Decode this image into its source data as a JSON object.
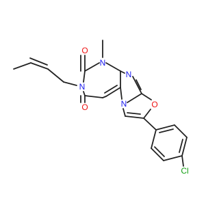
{
  "atom_colors": {
    "N": "#1a1aee",
    "O": "#ee1111",
    "Cl": "#16a016"
  },
  "atoms": {
    "n1": "N",
    "n3": "N",
    "n9": "N",
    "n7": "N",
    "o_ring": "O",
    "o_c2": "O",
    "o_c6": "O",
    "cl": "Cl"
  }
}
